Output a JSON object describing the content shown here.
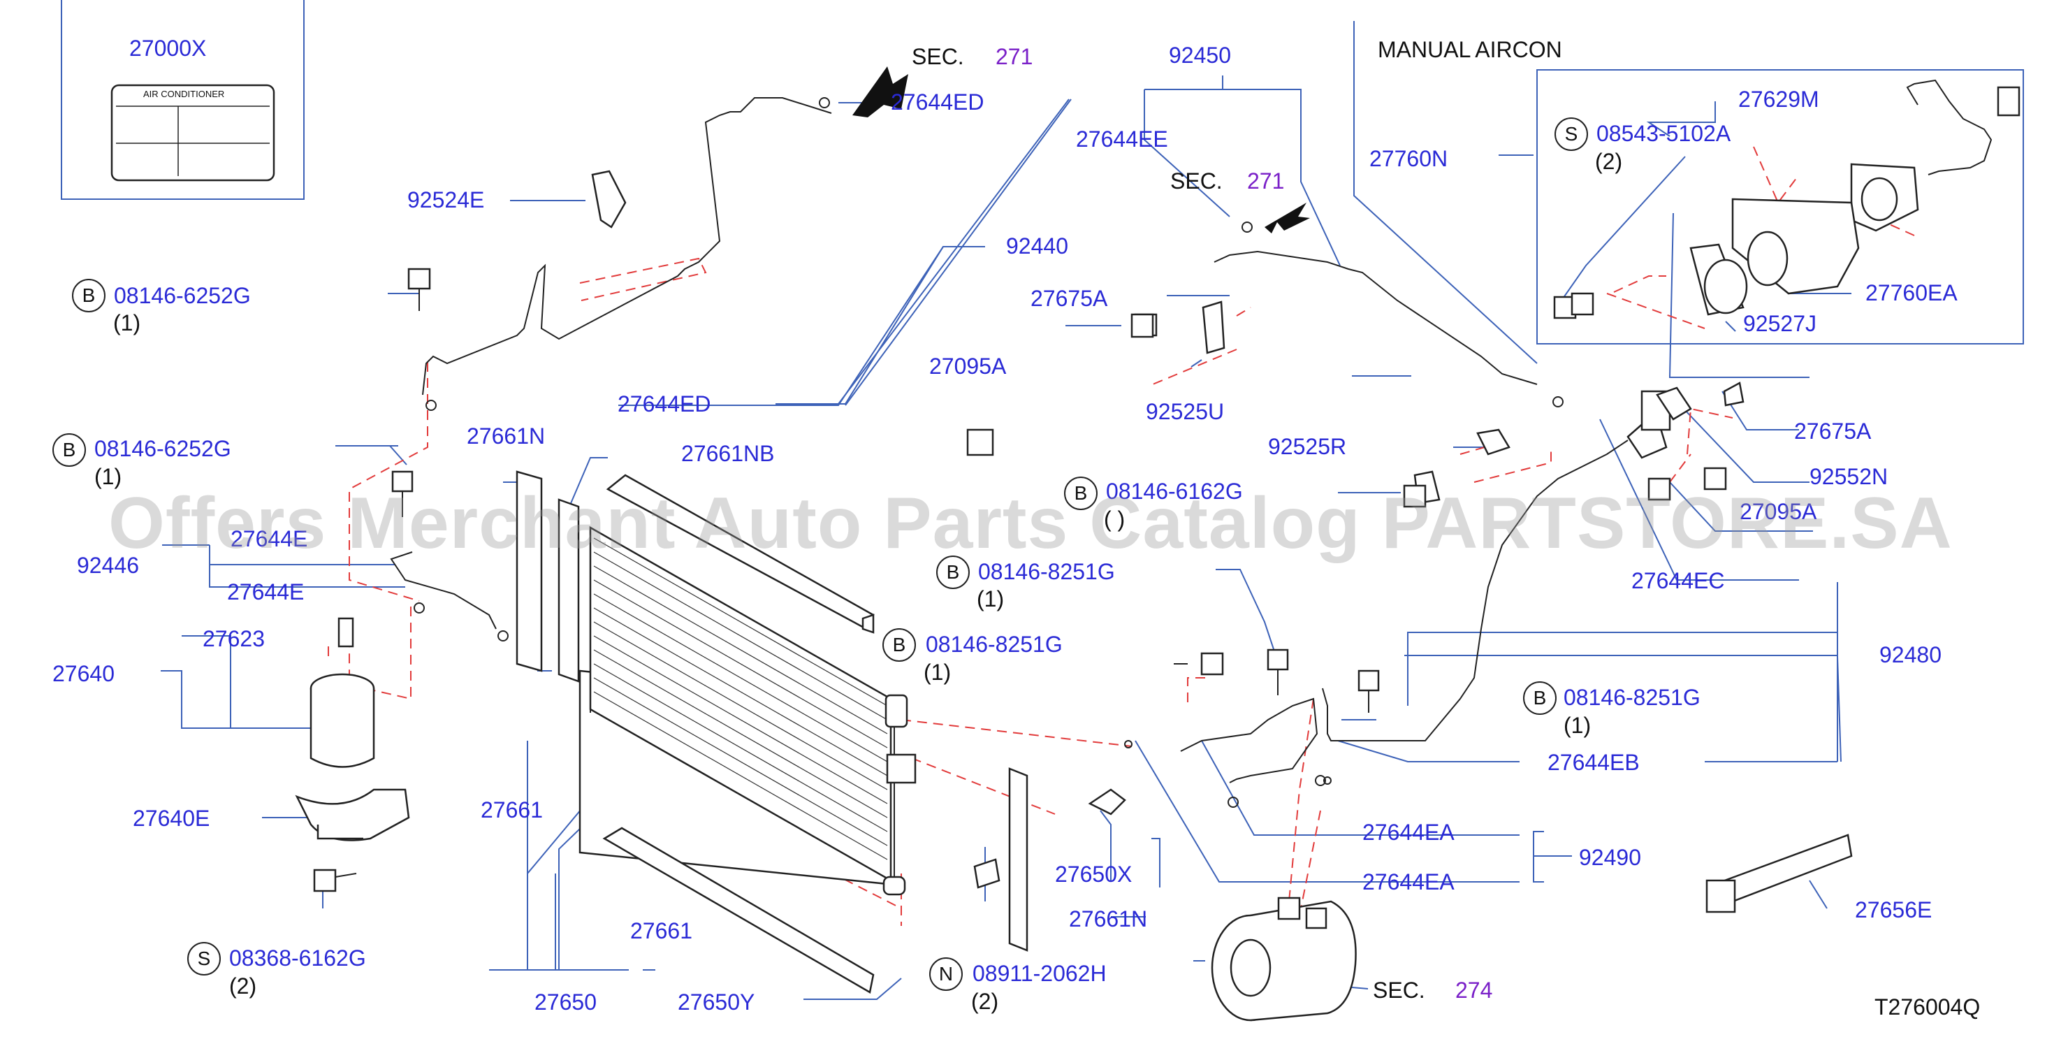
{
  "inset_box": {
    "part": "27000X",
    "label_text": "AIR   CONDITIONER"
  },
  "header": {
    "manual_aircon": "MANUAL   AIRCON"
  },
  "drawing_code": "T276004Q",
  "watermark": "Offers Merchant Auto Parts Catalog PARTSTORE.SA",
  "sec_refs": [
    {
      "id": "sec-271-top",
      "prefix": "SEC.",
      "num": "271"
    },
    {
      "id": "sec-271-mid",
      "prefix": "SEC.",
      "num": "271"
    },
    {
      "id": "sec-274",
      "prefix": "SEC.",
      "num": "274"
    }
  ],
  "callouts": [
    {
      "letter": "B",
      "code": "08146-6252G",
      "qty": "(1)"
    },
    {
      "letter": "B",
      "code": "08146-6252G",
      "qty": "(1)"
    },
    {
      "letter": "S",
      "code": "08368-6162G",
      "qty": "(2)"
    },
    {
      "letter": "B",
      "code": "08146-6162G",
      "qty": "( )"
    },
    {
      "letter": "B",
      "code": "08146-8251G",
      "qty": "(1)"
    },
    {
      "letter": "B",
      "code": "08146-8251G",
      "qty": "(1)"
    },
    {
      "letter": "B",
      "code": "08146-8251G",
      "qty": "(1)"
    },
    {
      "letter": "N",
      "code": "08911-2062H",
      "qty": "(2)"
    },
    {
      "letter": "S",
      "code": "08543-5102A",
      "qty": "(2)"
    }
  ],
  "parts": [
    "27644ED",
    "92524E",
    "92440",
    "27644ED",
    "27661N",
    "27661NB",
    "92446",
    "27644E",
    "27644E",
    "27623",
    "27640",
    "27640E",
    "27661",
    "27661",
    "27650",
    "27650Y",
    "27650X",
    "27661N",
    "92450",
    "27644EE",
    "27675A",
    "27095A",
    "92525U",
    "92525R",
    "27760N",
    "27629M",
    "27760EA",
    "92527J",
    "27675A",
    "92552N",
    "27095A",
    "27644EC",
    "92480",
    "27644EB",
    "27644EA",
    "27644EA",
    "92490",
    "27656E"
  ]
}
